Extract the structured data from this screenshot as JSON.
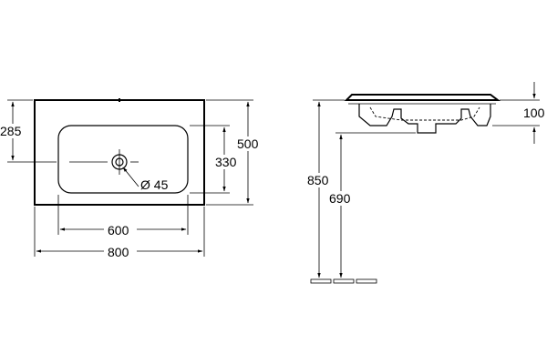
{
  "top_view": {
    "dim_width_overall": "800",
    "dim_width_basin": "600",
    "dim_depth_overall": "500",
    "dim_depth_basin": "330",
    "dim_tap_offset": "285",
    "dim_drain_diameter": "Ø 45"
  },
  "side_view": {
    "dim_top_height": "850",
    "dim_bottom_height": "690",
    "dim_thickness": "100"
  }
}
